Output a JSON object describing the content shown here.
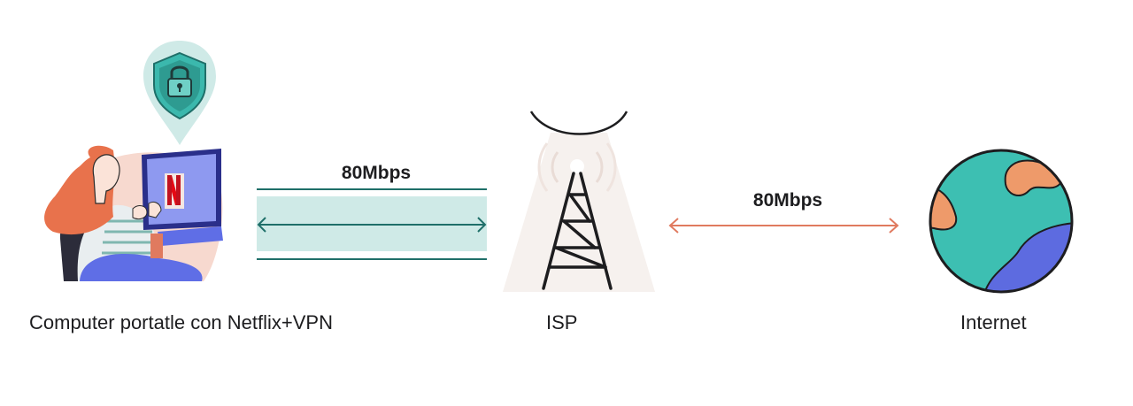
{
  "nodes": {
    "laptop": {
      "label": "Computer portatle con Netflix+VPN"
    },
    "isp": {
      "label": "ISP"
    },
    "internet": {
      "label": "Internet"
    }
  },
  "links": {
    "laptop_isp": {
      "speed": "80Mbps",
      "tunnel": true
    },
    "isp_internet": {
      "speed": "80Mbps",
      "tunnel": false
    }
  },
  "icons": {
    "shield": "vpn-shield-lock-icon",
    "netflix": "netflix-logo-icon",
    "tower": "isp-tower-icon",
    "globe": "globe-icon"
  },
  "colors": {
    "tunnel_fill": "#cfeae7",
    "tunnel_line": "#1f6f69",
    "orange_line": "#e07a5f",
    "shield": "#3bb8ad",
    "netflix_red": "#e50914",
    "laptop_blue": "#5f6ee6",
    "globe_teal": "#3dbfb2",
    "globe_blue": "#5d6be0",
    "globe_orange": "#ee9a6a",
    "hair": "#e8724c"
  }
}
